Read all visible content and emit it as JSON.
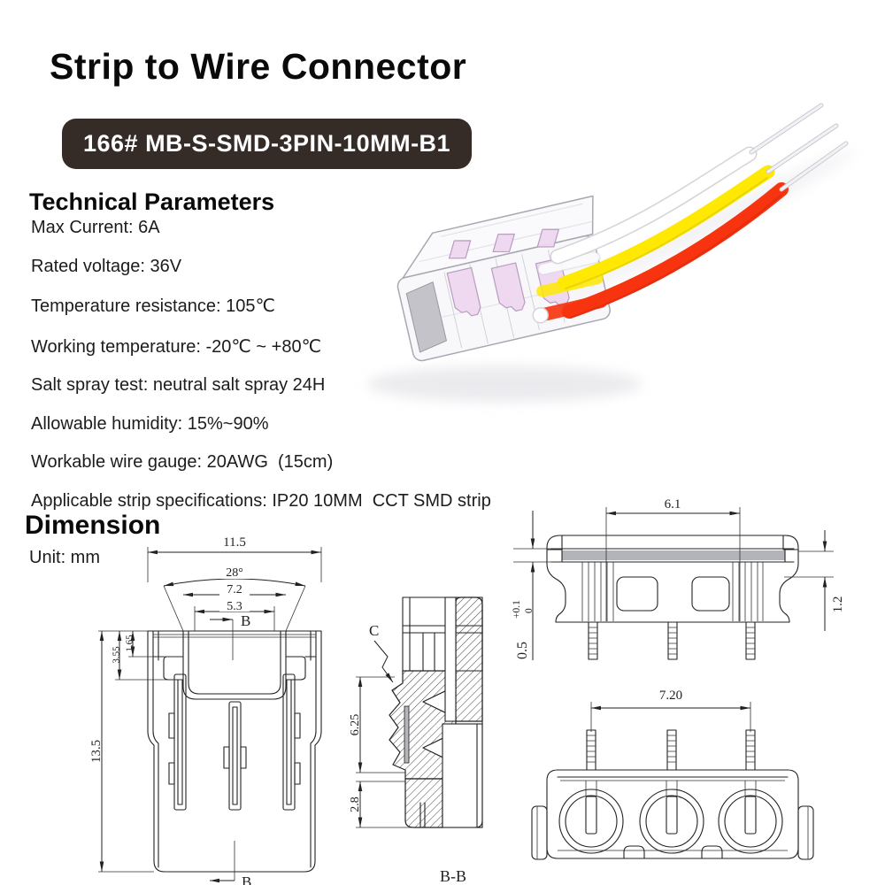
{
  "page": {
    "title": "Strip to Wire Connector",
    "model": "166# MB-S-SMD-3PIN-10MM-B1"
  },
  "technical": {
    "heading": "Technical Parameters",
    "specs": [
      "Max Current: 6A",
      "Rated voltage: 36V",
      "Temperature resistance: 105℃",
      "Working temperature: -20℃ ~ +80℃",
      "Salt spray test: neutral salt spray 24H",
      "Allowable humidity: 15%~90%",
      "Workable wire gauge: 20AWG  (15cm)",
      "Applicable strip specifications: IP20 10MM  CCT SMD strip"
    ]
  },
  "dimension": {
    "heading": "Dimension",
    "unit": "Unit: mm",
    "front": {
      "width_total": "11.5",
      "angle": "28°",
      "width_cup": "7.2",
      "width_inner": "5.3",
      "section_mark": "B",
      "depth_ledge": "1.65",
      "depth_step": "3.55",
      "height": "13.5"
    },
    "section": {
      "detail_mark": "C",
      "height_body": "6.25",
      "height_base": "2.8",
      "view_label": "B-B"
    },
    "side": {
      "width_ribs": "6.1",
      "strip_tol_value": "0.5",
      "strip_tol_upper": "+0.1",
      "strip_tol_lower": "0",
      "lip_height": "1.2"
    },
    "bottom": {
      "pin_pitch": "7.20"
    }
  },
  "colors": {
    "badge_bg": "#352c28",
    "wire_red": "#f8330f",
    "wire_yellow": "#ffe903",
    "wire_white": "#ffffff",
    "clip_pink": "#eed7f0",
    "drawing_line": "#222222"
  }
}
